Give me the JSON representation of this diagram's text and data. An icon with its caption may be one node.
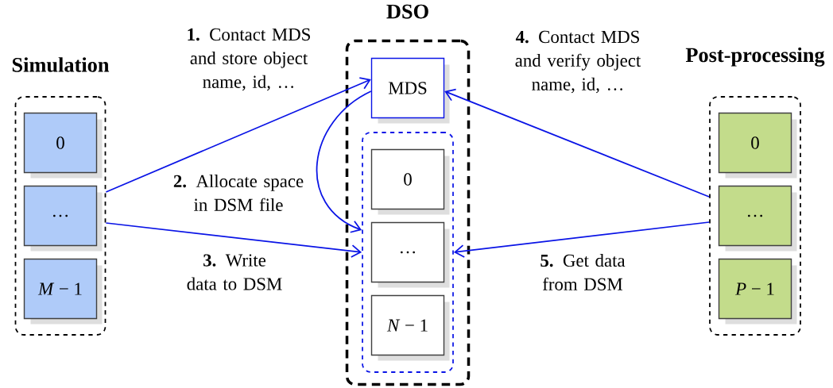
{
  "diagram": {
    "nodes": [
      {
        "text": [
          "Simulation"
        ]
      },
      {
        "text": [
          "0"
        ],
        "in": 0
      },
      {
        "text": [
          "…"
        ],
        "in": 0
      },
      {
        "text": [
          "*M* − 1"
        ],
        "in": 0
      },
      {
        "text": [
          "DSO"
        ]
      },
      {
        "text": [
          "MDS"
        ],
        "in": 4
      },
      {
        "text": [],
        "shape": "box",
        "in": 4
      },
      {
        "text": [
          "0"
        ],
        "in": 6
      },
      {
        "text": [
          "…"
        ],
        "in": 6
      },
      {
        "text": [
          "*N* − 1"
        ],
        "in": 6
      },
      {
        "text": [
          "Post-processing"
        ]
      },
      {
        "text": [
          "0"
        ],
        "in": 10
      },
      {
        "text": [
          "…"
        ],
        "in": 10
      },
      {
        "text": [
          "*P* − 1"
        ],
        "in": 10
      }
    ],
    "edges": [
      {
        "from": 0,
        "to": 5,
        "arrow": "to",
        "label": "**1.** Contact MDS and store object name, id, …"
      },
      {
        "from": 5,
        "to": 6,
        "arrow": "to",
        "label": "**2.** Allocate space in DSM file"
      },
      {
        "from": 0,
        "to": 6,
        "arrow": "to",
        "label": "**3.** Write data to DSM"
      },
      {
        "from": 10,
        "to": 5,
        "arrow": "to",
        "label": "**4.** Contact MDS and verify object name, id, …"
      },
      {
        "from": 10,
        "to": 6,
        "arrow": "to",
        "label": "**5.** Get data from DSM"
      }
    ]
  }
}
